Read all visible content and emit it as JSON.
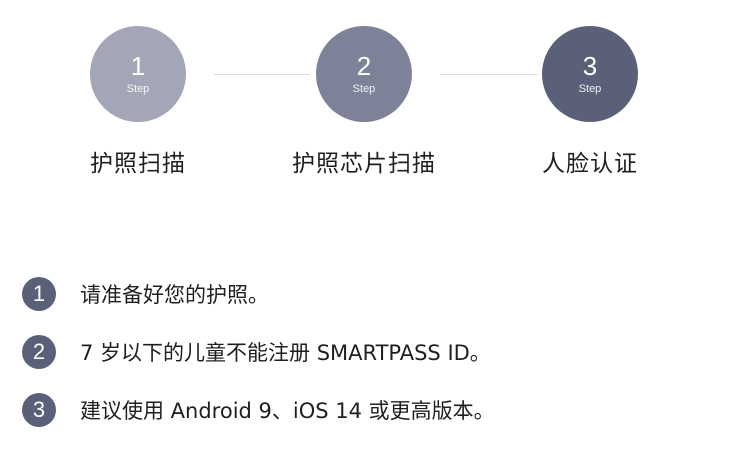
{
  "colors": {
    "step1": "#a3a6b6",
    "step2": "#7d8299",
    "step3": "#5b6079",
    "badge": "#5b6079",
    "connector": "#dcdcdc"
  },
  "stepper": {
    "steps": [
      {
        "number": "1",
        "sub": "Step",
        "label": "护照扫描"
      },
      {
        "number": "2",
        "sub": "Step",
        "label": "护照芯片扫描"
      },
      {
        "number": "3",
        "sub": "Step",
        "label": "人脸认证"
      }
    ]
  },
  "notes": [
    {
      "number": "1",
      "text": "请准备好您的护照。"
    },
    {
      "number": "2",
      "text": "7 岁以下的儿童不能注册 SMARTPASS ID。"
    },
    {
      "number": "3",
      "text": "建议使用 Android 9、iOS 14 或更高版本。"
    }
  ]
}
